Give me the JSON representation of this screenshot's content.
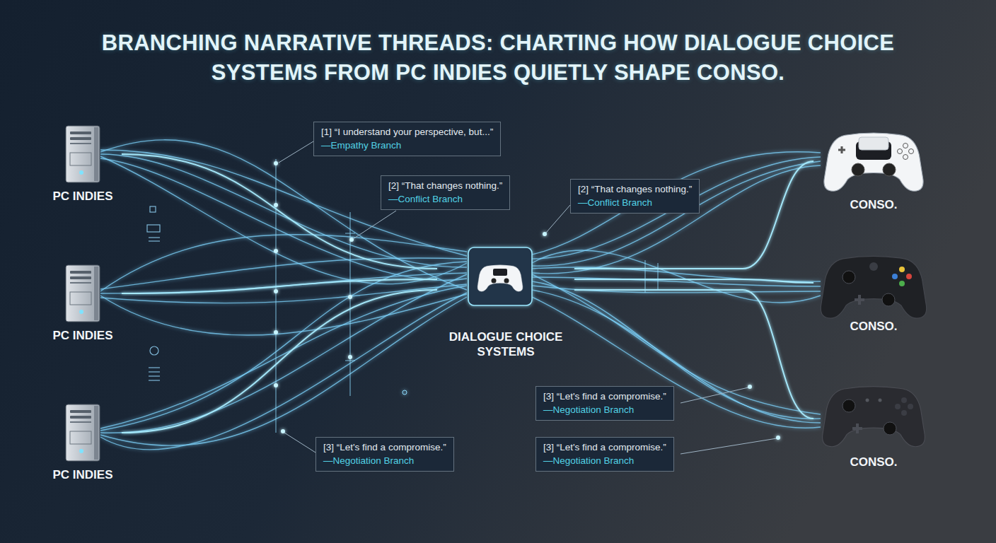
{
  "diagram": {
    "title": "BRANCHING NARRATIVE THREADS: CHARTING HOW DIALOGUE CHOICE SYSTEMS FROM PC INDIES QUIETLY SHAPE CONSO.",
    "nodes": [
      {
        "text": [
          "PC INDIES"
        ]
      },
      {
        "text": [
          "PC INDIES"
        ]
      },
      {
        "text": [
          "PC INDIES"
        ]
      },
      {
        "text": [
          "[1] “I understand your perspective, but...”",
          "—Empathy Branch"
        ]
      },
      {
        "text": [
          "[2] “That changes nothing.”",
          "—Conflict Branch"
        ]
      },
      {
        "text": [
          "DIALOGUE CHOICE SYSTEMS"
        ]
      },
      {
        "text": [
          "[2] “That changes nothing.”",
          "—Conflict Branch"
        ]
      },
      {
        "text": [
          "[3] “Let's find a compromise.”",
          "—Negotiation Branch"
        ]
      },
      {
        "text": [
          "[3] “Let's find a compromise.”",
          "—Negotiation Branch"
        ]
      },
      {
        "text": [
          "[3] “Let's find a compromise.”",
          "—Negotiation Branch"
        ]
      },
      {
        "text": [
          "CONSO."
        ]
      },
      {
        "text": [
          "CONSO."
        ]
      },
      {
        "text": [
          "CONSO."
        ]
      }
    ],
    "edges": [
      {
        "from": 0,
        "to": 5,
        "arrow": "none"
      },
      {
        "from": 1,
        "to": 5,
        "arrow": "none"
      },
      {
        "from": 2,
        "to": 5,
        "arrow": "none"
      },
      {
        "from": 5,
        "to": 10,
        "arrow": "none"
      },
      {
        "from": 5,
        "to": 11,
        "arrow": "none"
      },
      {
        "from": 5,
        "to": 12,
        "arrow": "none"
      }
    ]
  }
}
